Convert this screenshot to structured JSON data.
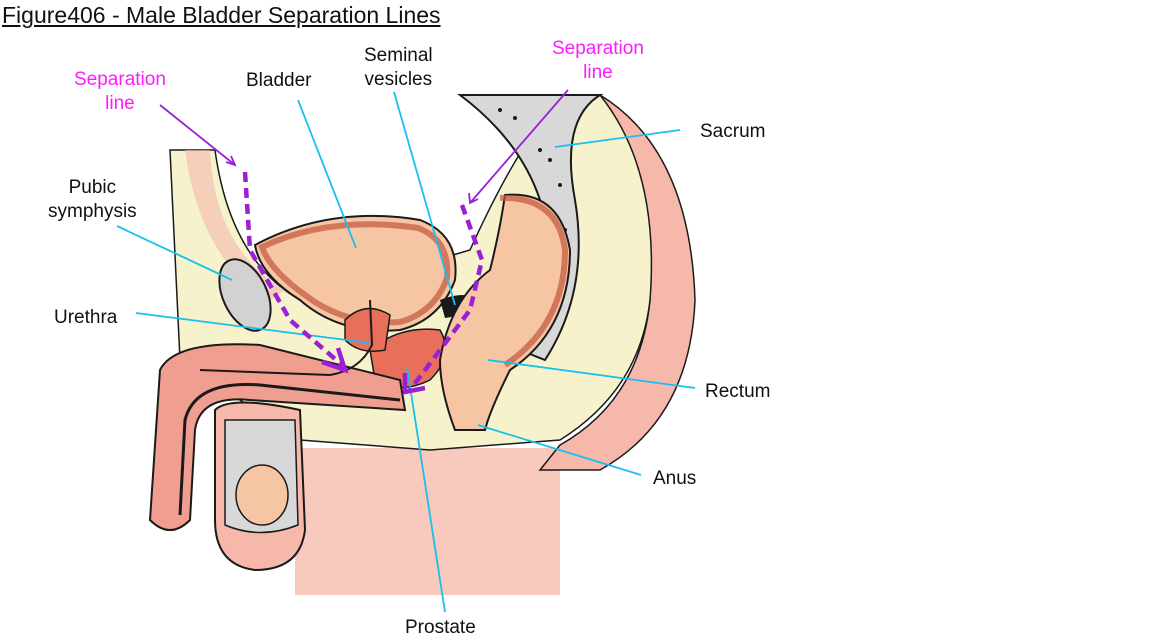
{
  "title": "Figure406 - Male Bladder Separation Lines",
  "colors": {
    "leader_line": "#18c0f0",
    "separation_line": "#9b1fd6",
    "separation_label": "#ff1aff",
    "skin": "#f8c9bd",
    "fat": "#f6f3cc",
    "bone": "#d8d8d8",
    "muscle": "#e8826a",
    "organ": "#f6c6a4",
    "ink": "#1a1a1a"
  },
  "labels": {
    "separation_left": {
      "line1": "Separation",
      "line2": "line"
    },
    "separation_right": {
      "line1": "Separation",
      "line2": "line"
    },
    "bladder": "Bladder",
    "seminal_vesicles": {
      "line1": "Seminal",
      "line2": "vesicles"
    },
    "sacrum": "Sacrum",
    "pubic_symphysis": {
      "line1": "Pubic",
      "line2": "symphysis"
    },
    "urethra": "Urethra",
    "rectum": "Rectum",
    "anus": "Anus",
    "prostate": "Prostate"
  }
}
